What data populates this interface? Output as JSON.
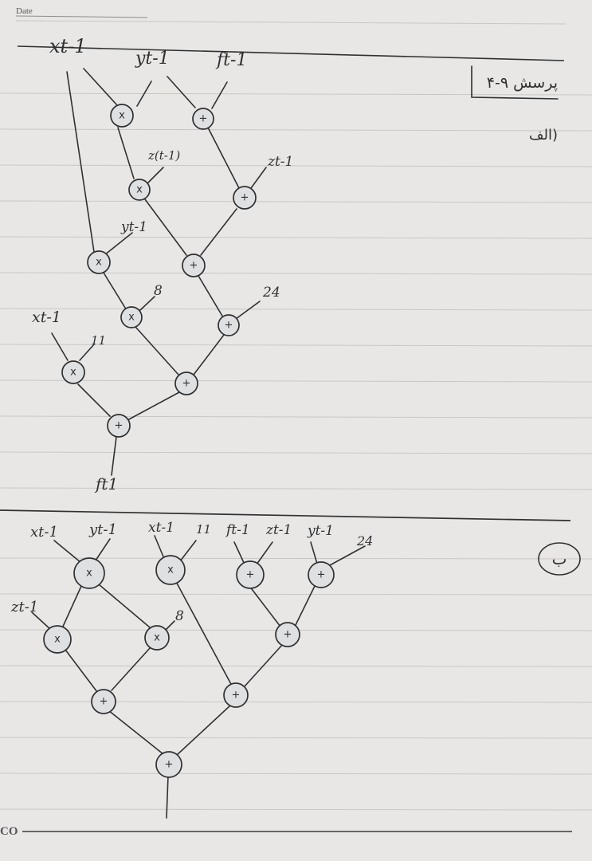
{
  "header": {
    "date_label": "Date",
    "corner_mark": "CO"
  },
  "section_a": {
    "title": "پرسش ۹-۴",
    "part_label": "الف)",
    "inputs": {
      "x_t1": "xt-1",
      "y_t1": "yt-1",
      "f_t1": "ft-1",
      "z_t1_paren": "z(t-1)",
      "z_t1": "zt-1",
      "y_t1_b": "yt-1",
      "const_8": "8",
      "const_24": "24",
      "x_t1_b": "xt-1",
      "const_11": "11"
    },
    "output": "ft1",
    "operators": [
      "x",
      "+",
      "x",
      "+",
      "x",
      "+",
      "x",
      "+",
      "+",
      "x",
      "+"
    ]
  },
  "section_b": {
    "part_label": "ب",
    "inputs": {
      "x_t1": "xt-1",
      "y_t1": "yt-1",
      "x_t1_b": "xt-1",
      "const_11": "11",
      "f_t1": "ft-1",
      "z_t1": "zt-1",
      "y_t1_b": "yt-1",
      "const_24": "24",
      "z_t1_left": "zt-1",
      "const_8": "8"
    },
    "operators": [
      "x",
      "x",
      "+",
      "+",
      "x",
      "x",
      "+",
      "+",
      "+",
      "+"
    ]
  }
}
